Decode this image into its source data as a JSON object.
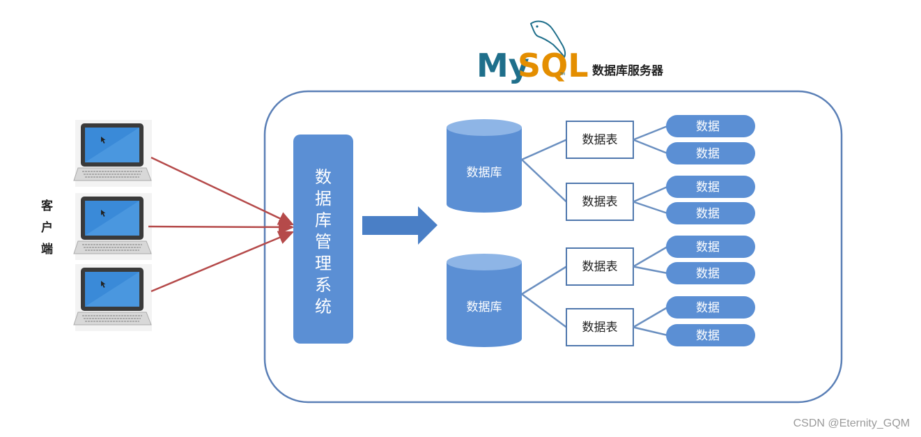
{
  "logo": {
    "text_my": "My",
    "text_sql": "SQL",
    "tm": "TM"
  },
  "server_label": "数据库服务器",
  "client_label_chars": [
    "客",
    "户",
    "端"
  ],
  "dbms_chars": [
    "数",
    "据",
    "库",
    "管",
    "理",
    "系",
    "统"
  ],
  "databases": [
    {
      "label": "数据库",
      "tables": [
        {
          "label": "数据表",
          "data": [
            "数据",
            "数据"
          ]
        },
        {
          "label": "数据表",
          "data": [
            "数据",
            "数据"
          ]
        }
      ]
    },
    {
      "label": "数据库",
      "tables": [
        {
          "label": "数据表",
          "data": [
            "数据",
            "数据"
          ]
        },
        {
          "label": "数据表",
          "data": [
            "数据",
            "数据"
          ]
        }
      ]
    }
  ],
  "watermark": "CSDN @Eternity_GQM",
  "colors": {
    "block": "#5b8fd4",
    "block_dark": "#4a7fc6",
    "cyl_top": "#8eb5e6",
    "line": "#6a8fc0",
    "arrow_red": "#b54a4a",
    "server_border": "#5a7fb6",
    "logo_blue": "#1f6f8b",
    "logo_orange": "#e48e00"
  }
}
